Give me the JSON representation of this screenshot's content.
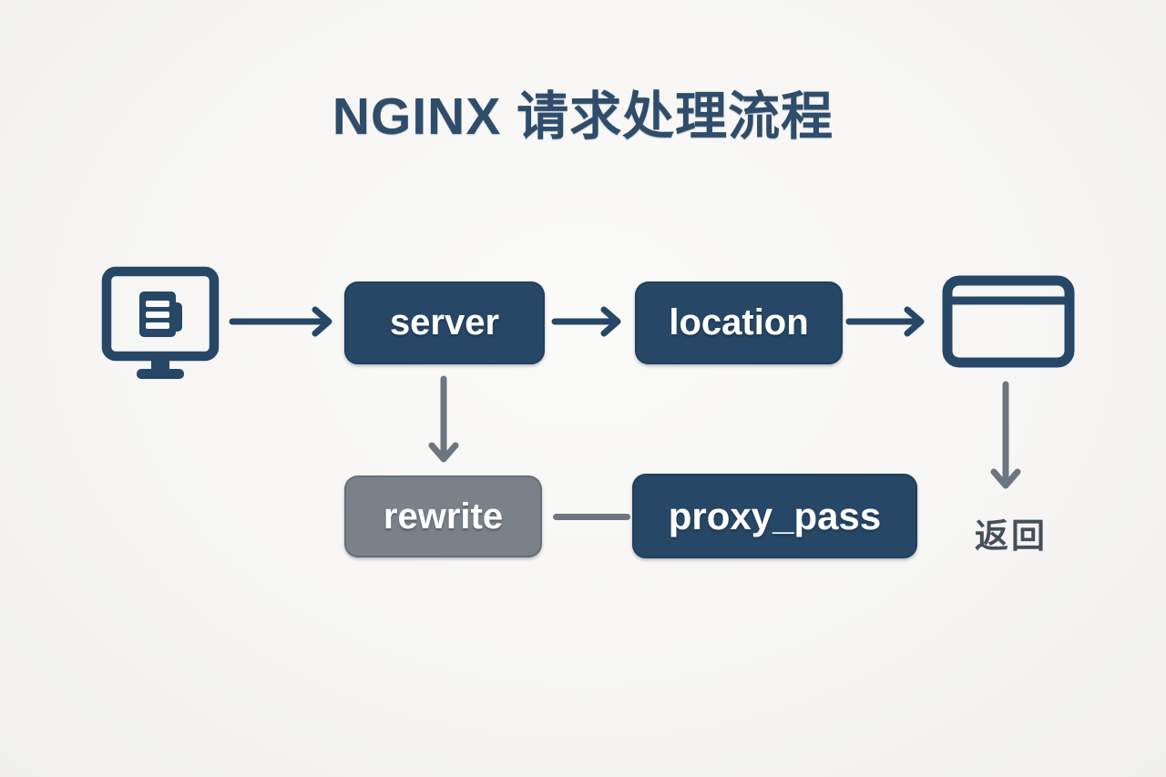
{
  "title": "NGINX 请求处理流程",
  "colors": {
    "background": "#f6f5f3",
    "navy_node": "#274766",
    "gray_node": "#7a8189",
    "arrow_navy": "#274766",
    "arrow_gray": "#6d7580",
    "title_text": "#2f4d6b",
    "node_text": "#ffffff",
    "return_text": "#454f5b"
  },
  "nodes": {
    "client": {
      "icon": "monitor-document-icon"
    },
    "server": {
      "label": "server",
      "style": "navy"
    },
    "location": {
      "label": "location",
      "style": "navy"
    },
    "response": {
      "icon": "browser-window-icon"
    },
    "rewrite": {
      "label": "rewrite",
      "style": "gray"
    },
    "proxy_pass": {
      "label": "proxy_pass",
      "style": "navy"
    },
    "return": {
      "label": "返回"
    }
  },
  "edges": [
    {
      "from": "client",
      "to": "server",
      "style": "navy-arrow-right"
    },
    {
      "from": "server",
      "to": "location",
      "style": "navy-arrow-right"
    },
    {
      "from": "location",
      "to": "response",
      "style": "navy-arrow-right"
    },
    {
      "from": "server",
      "to": "rewrite",
      "style": "gray-arrow-down"
    },
    {
      "from": "rewrite",
      "to": "proxy_pass",
      "style": "gray-line"
    },
    {
      "from": "response",
      "to": "return",
      "style": "gray-arrow-down"
    }
  ]
}
